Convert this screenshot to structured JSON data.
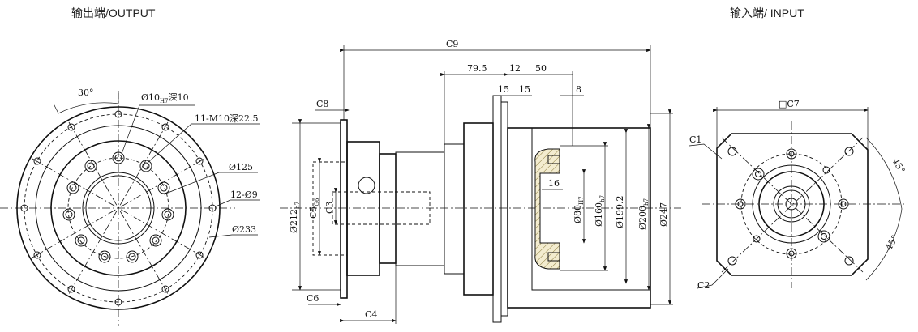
{
  "titles": {
    "output": "输出端/OUTPUT",
    "input": "输入端/ INPUT"
  },
  "output_view": {
    "angle": "30°",
    "bore": "Ø10",
    "bore_tol": "H7",
    "bore_depth": "深10",
    "thread_holes": "11-M10深22.5",
    "pcd_inner": "Ø125",
    "outer_holes": "12-Ø9",
    "pcd_outer": "Ø233"
  },
  "side_view": {
    "c9": "C9",
    "d79": "79.5",
    "d12": "12",
    "d50": "50",
    "d15a": "15",
    "d15b": "15",
    "d8": "8",
    "c8": "C8",
    "d16": "16",
    "c5": "C5",
    "c5_tol": "G6",
    "c3": "C3",
    "c6": "C6",
    "c4": "C4",
    "d212": "Ø212",
    "d212_tol": "h7",
    "d80": "Ø80",
    "d80_tol": "H7",
    "d160": "Ø160",
    "d160_tol": "h7",
    "d199": "Ø199.2",
    "d200": "Ø200",
    "d200_tol": "h7",
    "d247": "Ø247"
  },
  "input_view": {
    "c7": "□C7",
    "c1": "C1",
    "c2": "C2",
    "angle_a": "45°",
    "angle_b": "45°"
  }
}
